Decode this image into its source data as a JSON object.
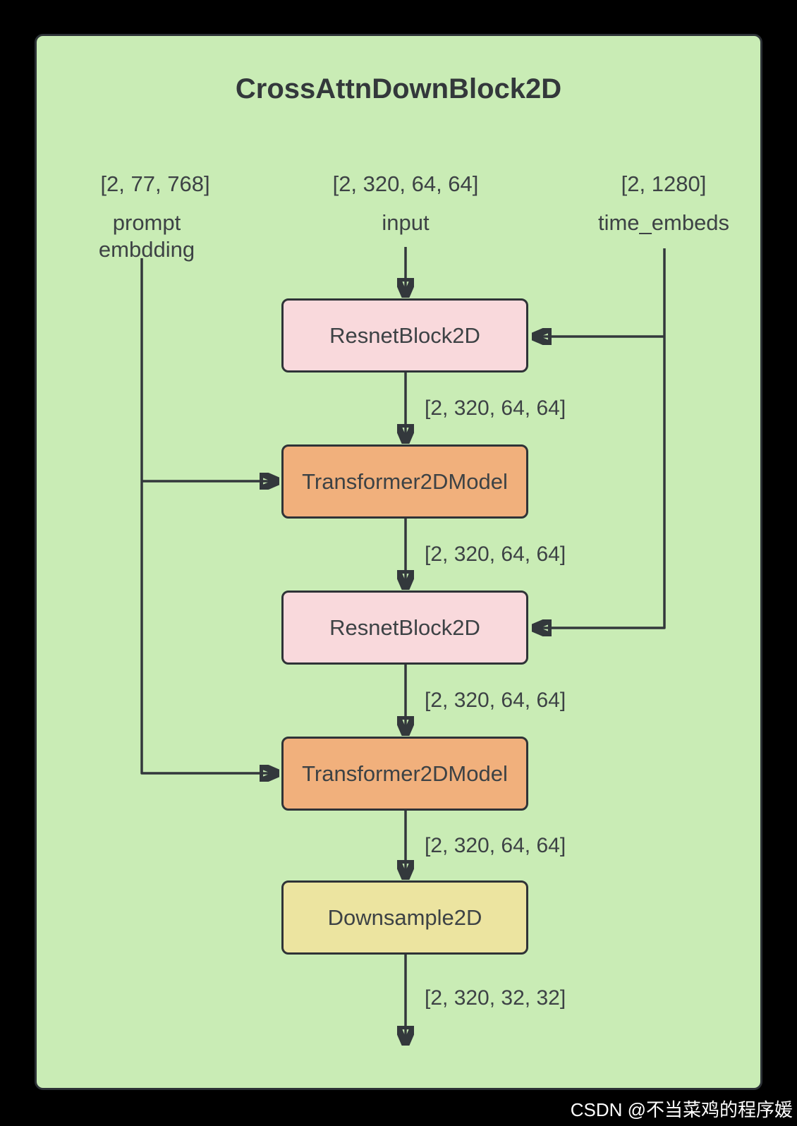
{
  "title": "CrossAttnDownBlock2D",
  "colors": {
    "page-bg": "#000000",
    "panel-bg": "#c9ecb5",
    "panel-border": "#2d3237",
    "line": "#33383c",
    "box-border": "#2f3337",
    "text": "#3d4245",
    "title": "#33383b",
    "watermark": "#ffffff"
  },
  "inputs": {
    "prompt": {
      "shape": "[2, 77, 768]",
      "label_line1": "prompt",
      "label_line2": "embdding"
    },
    "input": {
      "shape": "[2, 320, 64, 64]",
      "label": "input"
    },
    "time_embeds": {
      "shape": "[2, 1280]",
      "label": "time_embeds"
    }
  },
  "blocks": [
    {
      "label": "ResnetBlock2D",
      "fill": "#f9d9dc"
    },
    {
      "label": "Transformer2DModel",
      "fill": "#f1b07c"
    },
    {
      "label": "ResnetBlock2D",
      "fill": "#f9d9dc"
    },
    {
      "label": "Transformer2DModel",
      "fill": "#f1b07c"
    },
    {
      "label": "Downsample2D",
      "fill": "#ece4a0"
    }
  ],
  "edge_labels": [
    "[2, 320, 64, 64]",
    "[2, 320, 64, 64]",
    "[2, 320, 64, 64]",
    "[2, 320, 64, 64]",
    "[2, 320, 32, 32]"
  ],
  "watermark": "CSDN @不当菜鸡的程序媛"
}
